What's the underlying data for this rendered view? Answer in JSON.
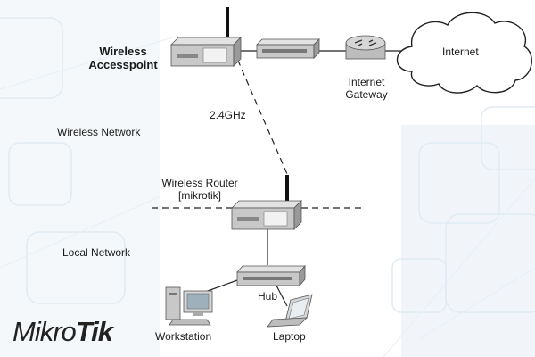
{
  "labels": {
    "wireless_accesspoint_line1": "Wireless",
    "wireless_accesspoint_line2": "Accesspoint",
    "internet_gateway_line1": "Internet",
    "internet_gateway_line2": "Gateway",
    "internet": "Internet",
    "frequency": "2.4GHz",
    "wireless_network": "Wireless Network",
    "wireless_router_line1": "Wireless Router",
    "wireless_router_line2": "[mikrotik]",
    "local_network": "Local Network",
    "hub": "Hub",
    "workstation": "Workstation",
    "laptop": "Laptop"
  },
  "logo": {
    "part1": "Mikro",
    "part2": "Tik"
  },
  "colors": {
    "device_body": "#c8c8c8",
    "device_dark": "#8a8a8a",
    "line": "#222222",
    "cloud_fill": "#ffffff",
    "bg_accent": "#c9dcea"
  }
}
